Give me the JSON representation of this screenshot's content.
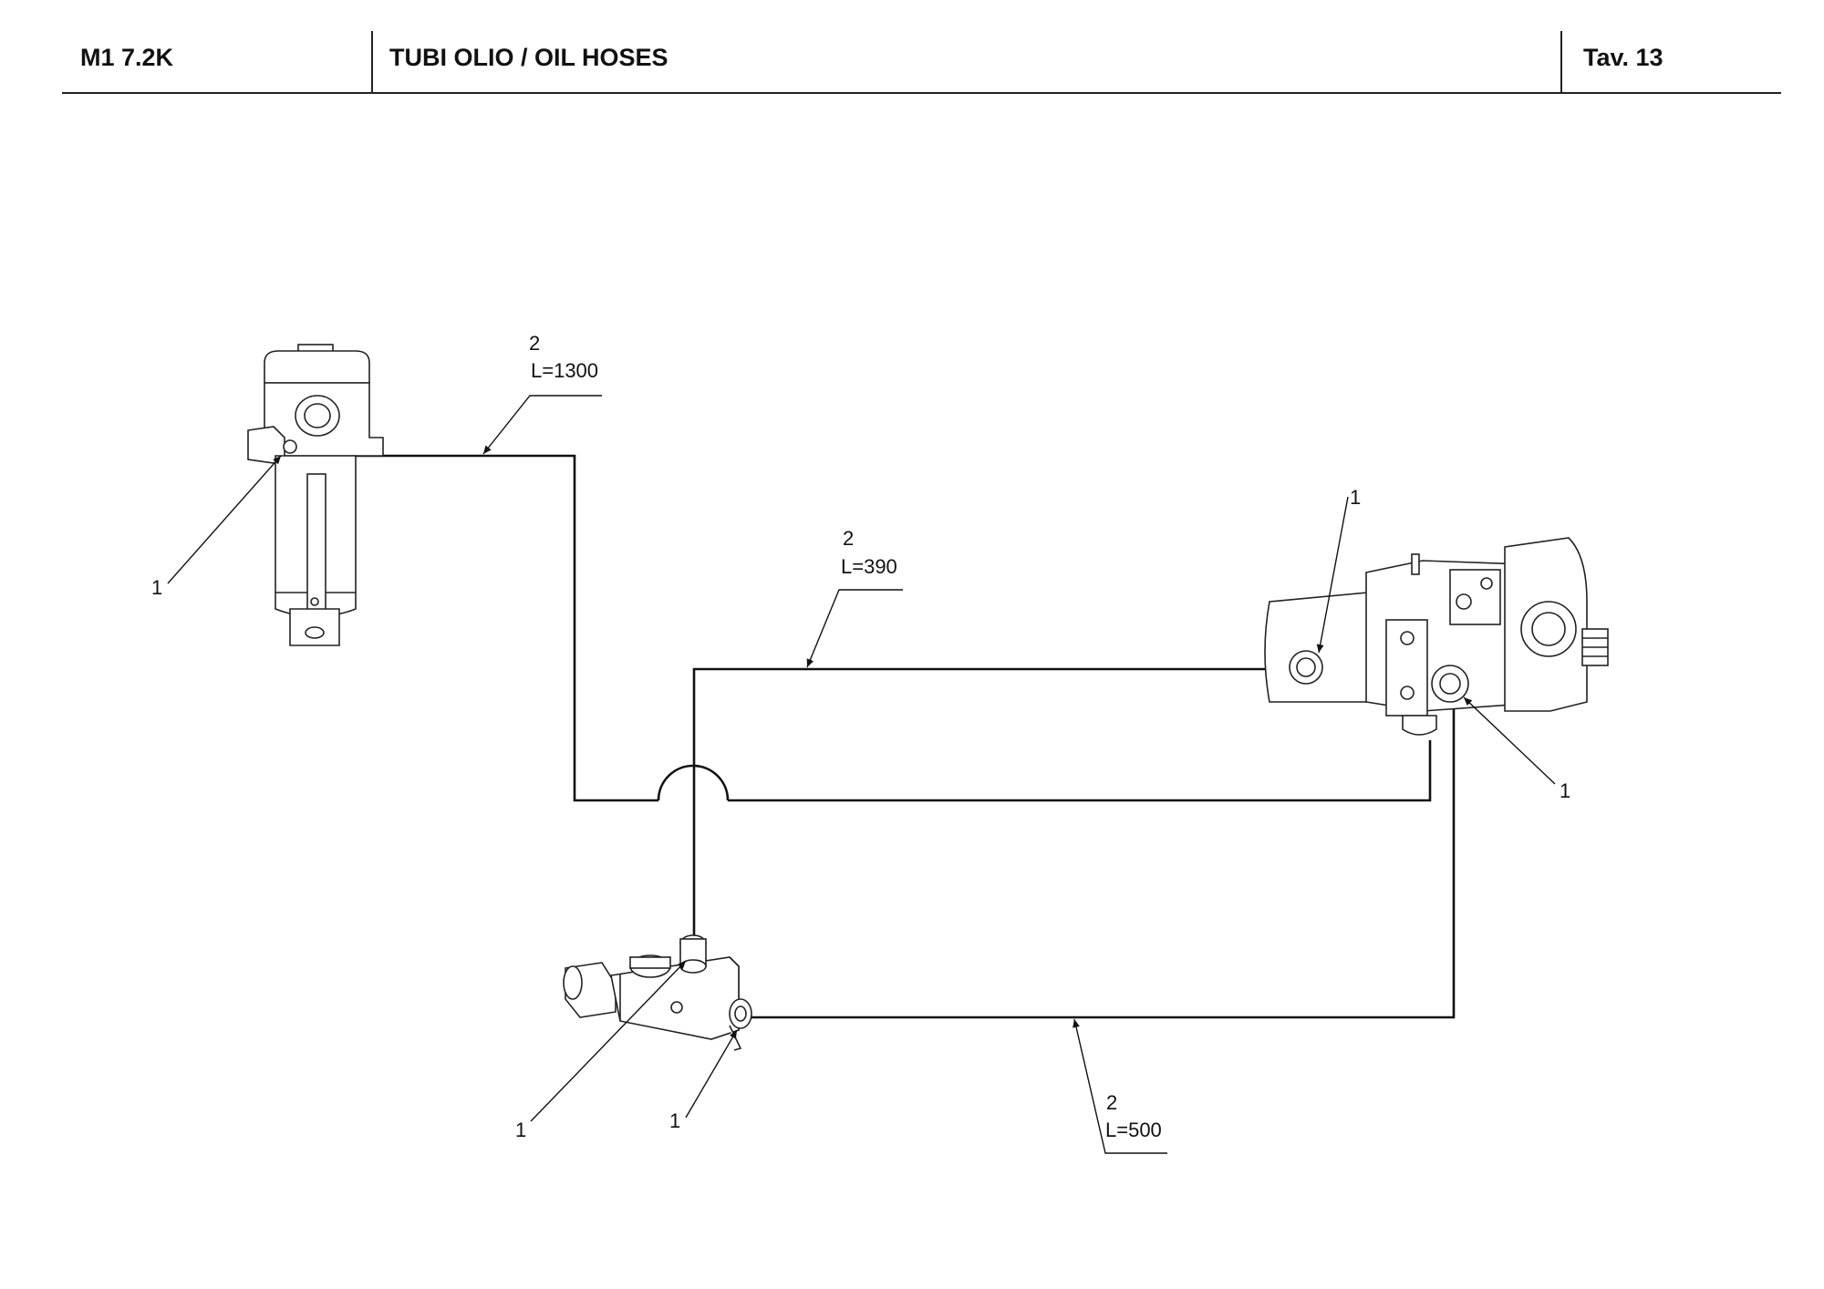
{
  "header": {
    "code": "M1 7.2K",
    "title": "TUBI OLIO / OIL HOSES",
    "table": "Tav.  13"
  },
  "hoses": [
    {
      "item": "2",
      "length": "L=1300"
    },
    {
      "item": "2",
      "length": "L=390"
    },
    {
      "item": "2",
      "length": "L=500"
    }
  ],
  "fittings": [
    {
      "item": "1"
    },
    {
      "item": "1"
    },
    {
      "item": "1"
    },
    {
      "item": "1"
    },
    {
      "item": "1"
    }
  ],
  "components": [
    "filter-assembly",
    "hydraulic-pump",
    "valve-block"
  ]
}
